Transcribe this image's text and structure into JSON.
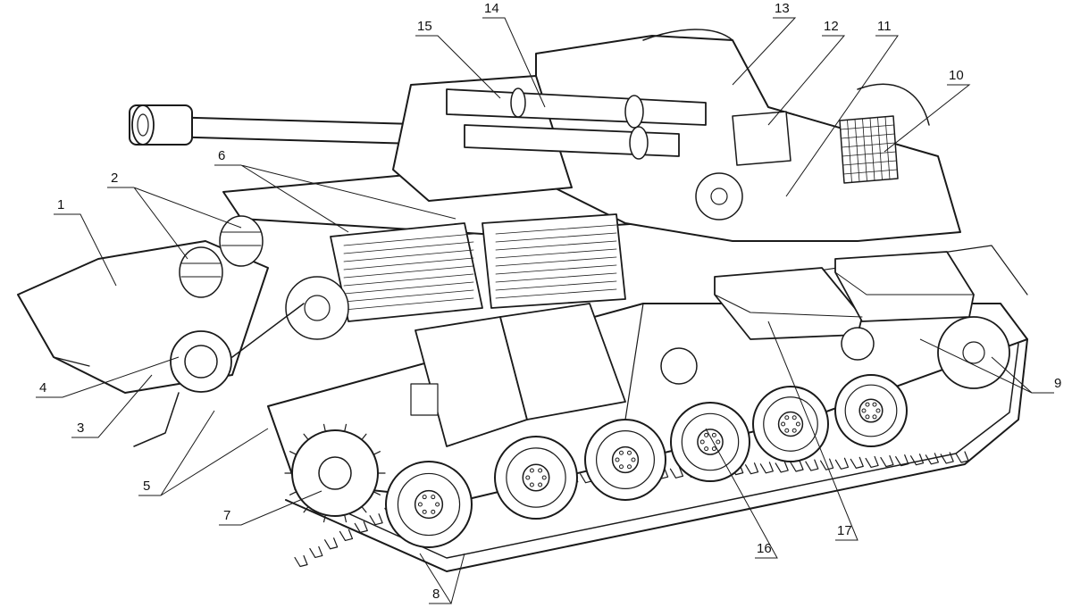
{
  "callouts": [
    {
      "number": "1"
    },
    {
      "number": "2"
    },
    {
      "number": "3"
    },
    {
      "number": "4"
    },
    {
      "number": "5"
    },
    {
      "number": "6"
    },
    {
      "number": "7"
    },
    {
      "number": "8"
    },
    {
      "number": "9"
    },
    {
      "number": "10"
    },
    {
      "number": "11"
    },
    {
      "number": "12"
    },
    {
      "number": "13"
    },
    {
      "number": "14"
    },
    {
      "number": "15"
    },
    {
      "number": "16"
    },
    {
      "number": "17"
    }
  ]
}
